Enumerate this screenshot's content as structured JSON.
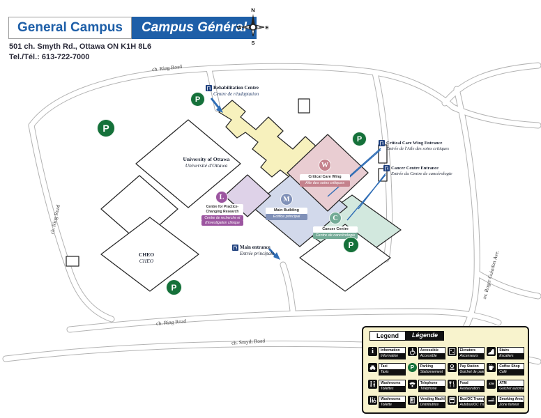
{
  "header": {
    "title_en": "General Campus",
    "title_fr": "Campus Général",
    "address": "501 ch. Smyth Rd., Ottawa ON K1H 8L6",
    "phone": "Tel./Tél.: 613-722-7000"
  },
  "compass": {
    "n": "N",
    "s": "S",
    "e": "E",
    "w": "W"
  },
  "map": {
    "parking_label": "P",
    "road_labels": {
      "ring_top": "ch. Ring Road",
      "ring_left": "ch. Ring Road",
      "ring_bottom": "ch. Ring Road",
      "smyth": "ch. Smyth Road",
      "roger_guindon": "av. Roger Guindon Ave."
    },
    "buildings": {
      "university": {
        "en": "University of Ottawa",
        "fr": "Université d'Ottawa"
      },
      "cheo": {
        "en": "CHEO",
        "fr": "CHEO"
      },
      "rehab": {
        "en": "Rehabilitation Centre",
        "fr": "Centre de réadaptation"
      },
      "critical_care": {
        "letter": "W",
        "en": "Critical Care Wing",
        "fr": "Aile des soins critiques"
      },
      "main": {
        "letter": "M",
        "en": "Main Building",
        "fr": "Édifice principal"
      },
      "research": {
        "letter": "L",
        "en_line1": "Centre for Practice-",
        "en_line2": "Changing Research",
        "fr_line1": "Centre de recherche et",
        "fr_line2": "d'investigation clinique"
      },
      "cancer": {
        "letter": "C",
        "en": "Cancer Centre",
        "fr": "Centre de cancérologie"
      }
    },
    "entrances": {
      "critical_care": {
        "en": "Critical Care Wing Entrance",
        "fr": "Entrée de l'Aile des soins critiques"
      },
      "cancer": {
        "en": "Cancer Centre Entrance",
        "fr": "Entrée du Centre de cancérologie"
      },
      "main": {
        "en": "Main entrance",
        "fr": "Entrée principale"
      }
    }
  },
  "legend": {
    "title_en": "Legend",
    "title_fr": "Légende",
    "items": [
      {
        "icon": "information-icon",
        "icon_text": "i",
        "en": "Information",
        "fr": "Information"
      },
      {
        "icon": "accessible-icon",
        "en": "Accessible",
        "fr": "Accessible"
      },
      {
        "icon": "elevators-icon",
        "en": "Elevators",
        "fr": "Ascenseurs"
      },
      {
        "icon": "stairs-icon",
        "en": "Stairs",
        "fr": "Escaliers"
      },
      {
        "icon": "taxi-icon",
        "en": "Taxi",
        "fr": "Taxis"
      },
      {
        "icon": "parking-icon",
        "icon_text": "P",
        "en": "Parking",
        "fr": "Stationnement"
      },
      {
        "icon": "pay-station-icon",
        "en": "Pay Station",
        "fr": "Guichet de paiement"
      },
      {
        "icon": "coffee-shop-icon",
        "en": "Coffee Shop",
        "fr": "Café"
      },
      {
        "icon": "washrooms-icon",
        "en": "Washrooms",
        "fr": "Toilettes"
      },
      {
        "icon": "telephone-icon",
        "en": "Telephone",
        "fr": "Téléphone"
      },
      {
        "icon": "food-icon",
        "en": "Food",
        "fr": "Restauration"
      },
      {
        "icon": "atm-icon",
        "icon_text": "ATM",
        "en": "ATM",
        "fr": "Guichet automatique"
      },
      {
        "icon": "washrooms-accessible-icon",
        "en": "Washrooms",
        "fr": "Toilette"
      },
      {
        "icon": "vending-machine-icon",
        "en": "Vending Machine",
        "fr": "Distributrice"
      },
      {
        "icon": "bus-icon",
        "en": "Bus/OC Transpo",
        "fr": "Autobus/OC Transpo"
      },
      {
        "icon": "smoking-area-icon",
        "en": "Smoking Area",
        "fr": "Zone fumeur"
      }
    ]
  },
  "colors": {
    "accent_blue": "#1e5fa8",
    "parking_green": "#15713a",
    "legend_bg": "#f8f3cd",
    "rehab_yellow": "#f7f1bd",
    "critical_care_rose": "#c5828d",
    "main_building_blue": "#8091b8",
    "research_purple": "#9c55a0",
    "cancer_teal": "#74ab97",
    "entrance_blue": "#2f6db5"
  }
}
